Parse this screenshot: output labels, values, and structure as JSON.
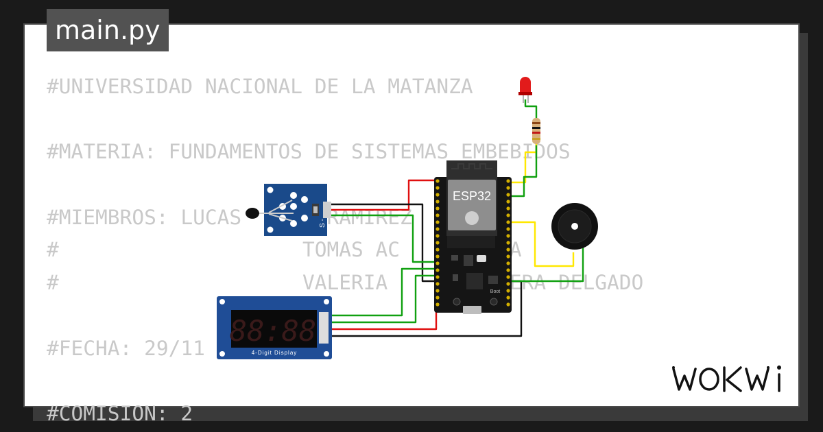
{
  "file_tab": {
    "label": "main.py"
  },
  "code_lines": [
    "#UNIVERSIDAD NACIONAL DE LA MATANZA",
    "",
    "#MATERIA: FUNDAMENTOS DE SISTEMAS EMBEBIDOS",
    "",
    "#MIEMBROS: LUCAS    DE RAMIREZ  DORIA",
    "#                    TOMAS AC    ALANZA",
    "#                    VALERIA    INFERRERA DELGADO",
    "",
    "#FECHA: 29/11",
    "",
    "#COMISION: 2"
  ],
  "circuit": {
    "mcu_label": "ESP32",
    "boot_label": "Boot",
    "display_label": "4-Digit Display",
    "display_digits": "88:88",
    "sensor_marks": "S  -"
  },
  "brand": {
    "logo_text": "WOKWI"
  },
  "colors": {
    "background": "#1a1a1a",
    "card": "#ffffff",
    "code_text": "#c9c9c9",
    "tab": "#525252",
    "wire_red": "#e01010",
    "wire_black": "#111111",
    "wire_green": "#10a010",
    "wire_yellow": "#ffe800",
    "board": "#151515",
    "sensor_board": "#1a4a8a"
  }
}
